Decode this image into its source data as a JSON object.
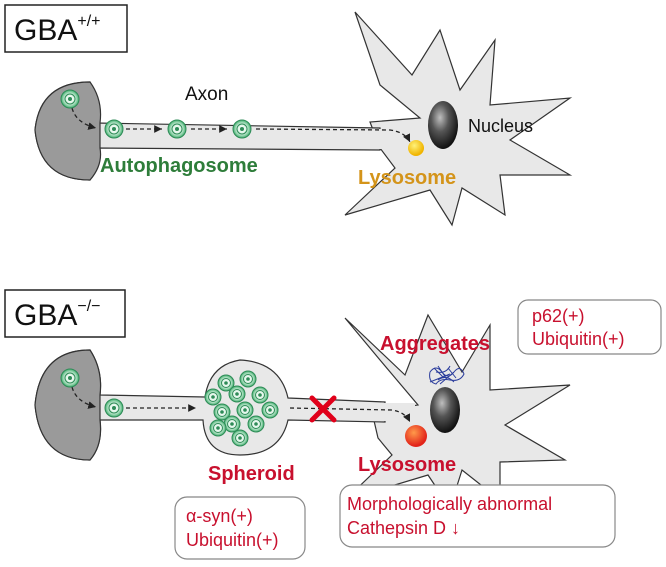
{
  "panel_top": {
    "title": "GBA",
    "superscript": "+/+",
    "labels": {
      "axon": "Axon",
      "nucleus": "Nucleus",
      "autophagosome": "Autophagosome",
      "lysosome": "Lysosome"
    }
  },
  "panel_bottom": {
    "title": "GBA",
    "superscript": "−/−",
    "labels": {
      "aggregates": "Aggregates",
      "spheroid": "Spheroid",
      "lysosome": "Lysosome"
    },
    "callouts": {
      "aggregates": [
        "p62(+)",
        "Ubiquitin(+)"
      ],
      "spheroid": [
        "α-syn(+)",
        "Ubiquitin(+)"
      ],
      "lysosome": [
        "Morphologically abnormal",
        "Cathepsin D ↓"
      ]
    }
  },
  "colors": {
    "cell_fill": "#e8e8e8",
    "terminal_fill": "#9a9a9a",
    "green_label": "#2e7d3a",
    "orange_label": "#d4941a",
    "red_label": "#c8102e",
    "autophagosome": "#4dbb7a",
    "lysosome_normal": "#f5c400",
    "lysosome_abnormal": "#e8401c",
    "aggregates": "#2a3c9c"
  }
}
